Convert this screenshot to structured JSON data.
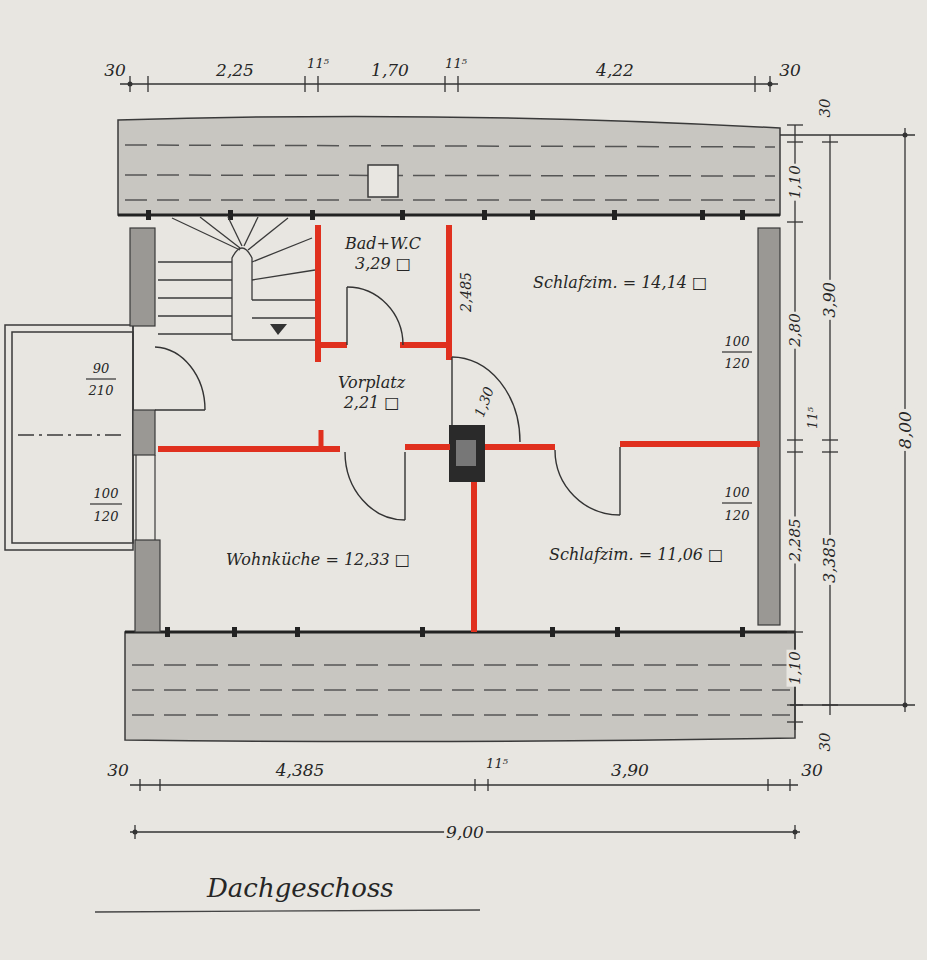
{
  "diagram": {
    "caption": "Dachgeschoss",
    "nodes": [
      {
        "text": [
          "Bad+W.C",
          "3,29 □"
        ]
      },
      {
        "text": [
          "Schlafzim. = 14,14 □"
        ]
      },
      {
        "text": [
          "Vorplatz",
          "2,21 □"
        ]
      },
      {
        "text": [
          "Wohnküche = 12,33 □"
        ]
      },
      {
        "text": [
          "Schlafzim. = 11,06 □"
        ]
      }
    ],
    "labels": [
      "30",
      "2,25",
      "11⁵",
      "1,70",
      "11⁵",
      "4,22",
      "30",
      "30",
      "1,10",
      "2,80",
      "3,90",
      "11⁵",
      "2,285",
      "3,385",
      "1,10",
      "30",
      "8,00",
      "100",
      "120",
      "100",
      "120",
      "90",
      "210",
      "100",
      "120",
      "2,485",
      "1,30",
      "30",
      "4,385",
      "11⁵",
      "3,90",
      "30",
      "9,00"
    ]
  }
}
